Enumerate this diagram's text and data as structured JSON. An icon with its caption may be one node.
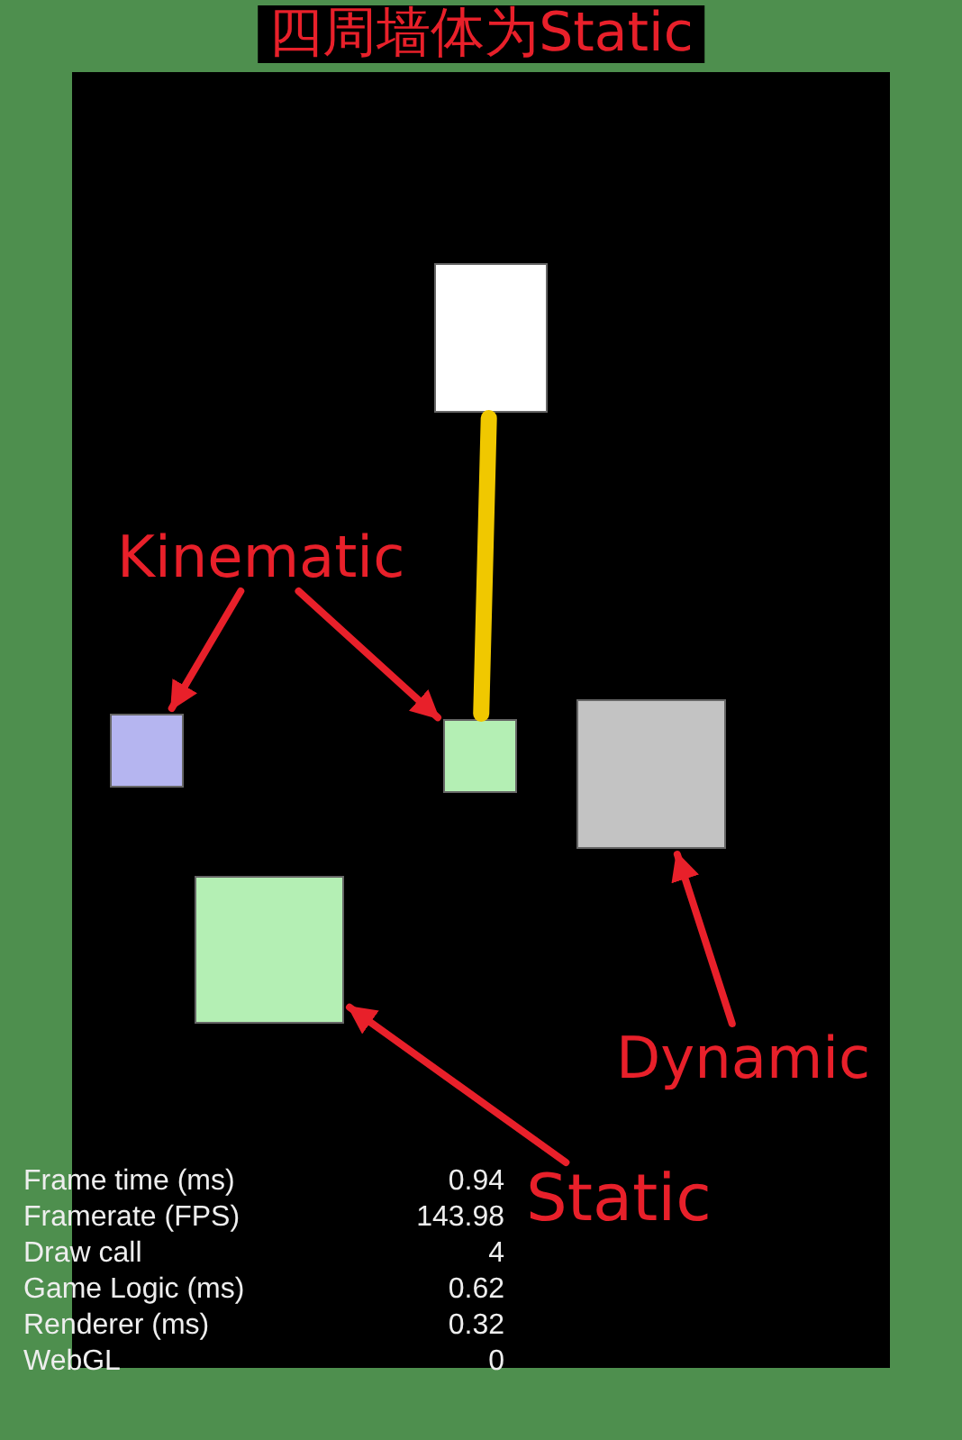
{
  "diagram": {
    "title": "四周墙体为Static",
    "nodes": [
      {
        "text": [
          "Kinematic"
        ]
      },
      {
        "text": [],
        "shape": "box"
      },
      {
        "text": [],
        "shape": "box"
      },
      {
        "text": [],
        "shape": "box"
      },
      {
        "text": [],
        "shape": "box"
      },
      {
        "text": [
          "Dynamic"
        ]
      },
      {
        "text": [],
        "shape": "box"
      },
      {
        "text": [
          "Static"
        ]
      }
    ],
    "edges": [
      {
        "from": 0,
        "to": 1,
        "arrow": "to"
      },
      {
        "from": 0,
        "to": 2,
        "arrow": "to"
      },
      {
        "from": 3,
        "to": 2,
        "arrow": "none",
        "style": "thick",
        "color": "#f0c800"
      },
      {
        "from": 5,
        "to": 4,
        "arrow": "to"
      },
      {
        "from": 7,
        "to": 6,
        "arrow": "to"
      }
    ],
    "labels": [
      "Frame time (ms)",
      "0.94",
      "Framerate (FPS)",
      "143.98",
      "Draw call",
      "4",
      "Game Logic (ms)",
      "0.62",
      "Renderer (ms)",
      "0.32",
      "WebGL",
      "0"
    ]
  }
}
